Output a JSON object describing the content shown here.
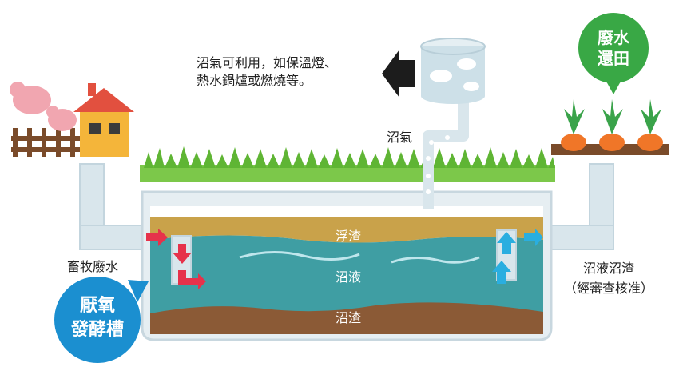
{
  "biogas_use": {
    "line1": "沼氣可利用，如保溫燈、",
    "line2": "熱水鍋爐或燃燒等。"
  },
  "biogas_label": "沼氣",
  "layers": {
    "scum": "浮渣",
    "liquid": "沼液",
    "sludge": "沼渣"
  },
  "inflow_label": "畜牧廢水",
  "outflow_label_1": "沼液沼渣",
  "outflow_label_2": "（經審查核准）",
  "tank_bubble": {
    "line1": "厭氧",
    "line2": "發酵槽"
  },
  "farm_bubble": {
    "line1": "廢水",
    "line2": "還田"
  },
  "colors": {
    "pipe": "#d9e6ec",
    "grass": "#6cbf3a",
    "scum": "#c9a24a",
    "liquid": "#3f9ea3",
    "sludge": "#8b5a36",
    "tank_bubble": "#1b8fd0",
    "farm_bubble": "#39a845",
    "arrow_red": "#e6324b",
    "arrow_blue": "#2aaee0"
  }
}
